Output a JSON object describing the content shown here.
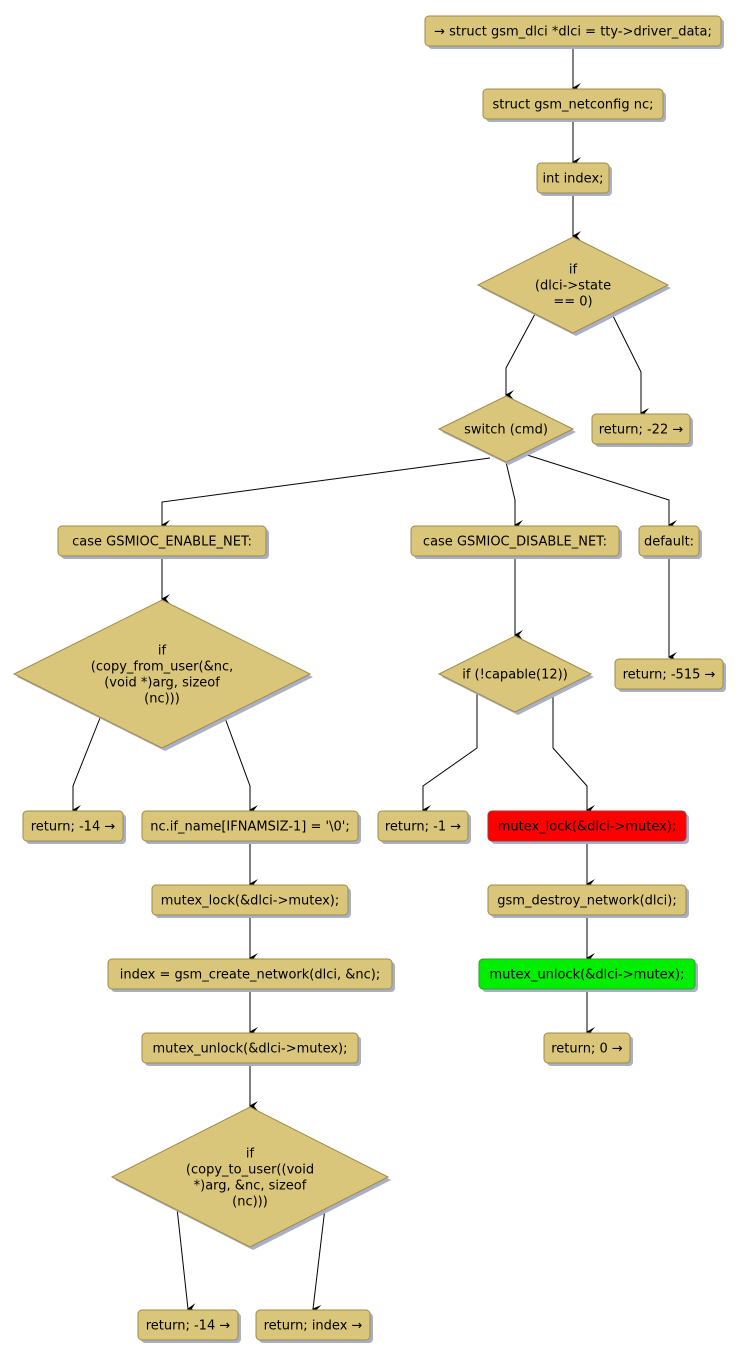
{
  "diagram": {
    "type": "flowchart",
    "colors": {
      "node_fill": "#dac67b",
      "node_stroke": "#a08a45",
      "shadow": "#a8b0c8",
      "edge": "#000000",
      "highlight_red": "#ff0000",
      "highlight_green": "#00ee00"
    },
    "nodes": [
      {
        "id": "n1",
        "shape": "box",
        "label": "→ struct gsm_dlci *dlci = tty->driver_data;"
      },
      {
        "id": "n2",
        "shape": "box",
        "label": "struct gsm_netconfig nc;"
      },
      {
        "id": "n3",
        "shape": "box",
        "label": "int index;"
      },
      {
        "id": "n4",
        "shape": "diamond",
        "label": [
          "if",
          "(dlci->state",
          "== 0)"
        ]
      },
      {
        "id": "n5",
        "shape": "diamond",
        "label": [
          "switch (cmd)"
        ]
      },
      {
        "id": "n6",
        "shape": "box",
        "label": "return; -22 →"
      },
      {
        "id": "n7",
        "shape": "box",
        "label": "case GSMIOC_ENABLE_NET:"
      },
      {
        "id": "n8",
        "shape": "box",
        "label": "case GSMIOC_DISABLE_NET:"
      },
      {
        "id": "n9",
        "shape": "box",
        "label": "default:"
      },
      {
        "id": "n10",
        "shape": "diamond",
        "label": [
          "if",
          "(copy_from_user(&nc,",
          "(void *)arg, sizeof",
          "(nc)))"
        ]
      },
      {
        "id": "n11",
        "shape": "diamond",
        "label": [
          "if (!capable(12))"
        ]
      },
      {
        "id": "n12",
        "shape": "box",
        "label": "return; -515 →"
      },
      {
        "id": "n13",
        "shape": "box",
        "label": "return; -14 →"
      },
      {
        "id": "n14",
        "shape": "box",
        "label": "nc.if_name[IFNAMSIZ-1] = '\\0';"
      },
      {
        "id": "n15",
        "shape": "box",
        "label": "return; -1 →"
      },
      {
        "id": "n16",
        "shape": "box",
        "label": "mutex_lock(&dlci->mutex);",
        "highlight": "red"
      },
      {
        "id": "n17",
        "shape": "box",
        "label": "mutex_lock(&dlci->mutex);"
      },
      {
        "id": "n18",
        "shape": "box",
        "label": "gsm_destroy_network(dlci);"
      },
      {
        "id": "n19",
        "shape": "box",
        "label": "index = gsm_create_network(dlci, &nc);"
      },
      {
        "id": "n20",
        "shape": "box",
        "label": "mutex_unlock(&dlci->mutex);",
        "highlight": "green"
      },
      {
        "id": "n21",
        "shape": "box",
        "label": "mutex_unlock(&dlci->mutex);"
      },
      {
        "id": "n22",
        "shape": "box",
        "label": "return; 0 →"
      },
      {
        "id": "n23",
        "shape": "diamond",
        "label": [
          "if",
          "(copy_to_user((void",
          "*)arg, &nc, sizeof",
          "(nc)))"
        ]
      },
      {
        "id": "n24",
        "shape": "box",
        "label": "return; -14 →"
      },
      {
        "id": "n25",
        "shape": "box",
        "label": "return; index →"
      }
    ],
    "edges": [
      {
        "from": "n1",
        "to": "n2"
      },
      {
        "from": "n2",
        "to": "n3"
      },
      {
        "from": "n3",
        "to": "n4"
      },
      {
        "from": "n4",
        "to": "n5"
      },
      {
        "from": "n4",
        "to": "n6"
      },
      {
        "from": "n5",
        "to": "n7"
      },
      {
        "from": "n5",
        "to": "n8"
      },
      {
        "from": "n5",
        "to": "n9"
      },
      {
        "from": "n7",
        "to": "n10"
      },
      {
        "from": "n8",
        "to": "n11"
      },
      {
        "from": "n9",
        "to": "n12"
      },
      {
        "from": "n10",
        "to": "n13"
      },
      {
        "from": "n10",
        "to": "n14"
      },
      {
        "from": "n11",
        "to": "n15"
      },
      {
        "from": "n11",
        "to": "n16"
      },
      {
        "from": "n14",
        "to": "n17"
      },
      {
        "from": "n16",
        "to": "n18"
      },
      {
        "from": "n17",
        "to": "n19"
      },
      {
        "from": "n18",
        "to": "n20"
      },
      {
        "from": "n19",
        "to": "n21"
      },
      {
        "from": "n20",
        "to": "n22"
      },
      {
        "from": "n21",
        "to": "n23"
      },
      {
        "from": "n23",
        "to": "n24"
      },
      {
        "from": "n23",
        "to": "n25"
      }
    ]
  }
}
